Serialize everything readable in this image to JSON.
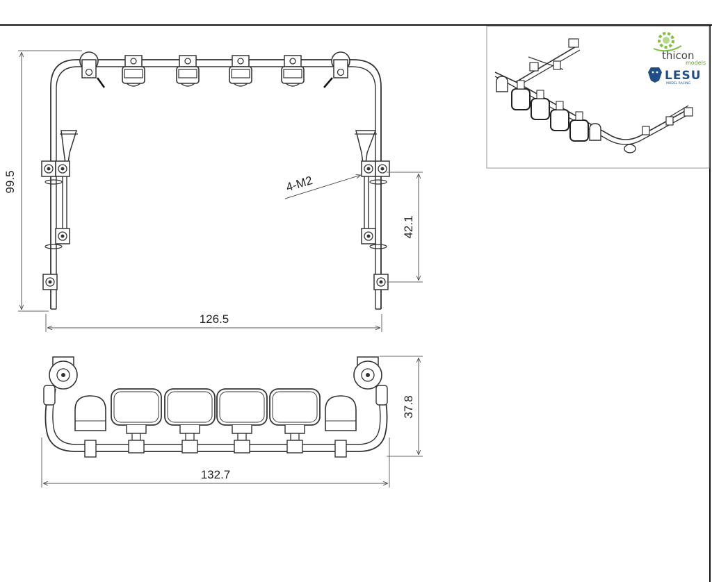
{
  "drawing": {
    "front_view": {
      "height_dim": "99.5",
      "width_dim": "126.5",
      "bracket_spacing_dim": "42.1",
      "thread_callout": "4-M2"
    },
    "top_view": {
      "depth_dim": "37.8",
      "width_dim": "132.7"
    },
    "iso_view": {
      "brand_primary": "thicon",
      "brand_primary_sub": "models",
      "brand_secondary": "LESU",
      "brand_secondary_sub": "MODEL RACING"
    }
  },
  "colors": {
    "line": "#333333",
    "dimension": "#555555",
    "frame": "#999999",
    "logo_green": "#7fbf3f",
    "logo_blue": "#1f4e86"
  },
  "icons": [
    "thicon-gear-icon",
    "lesu-lion-icon"
  ]
}
